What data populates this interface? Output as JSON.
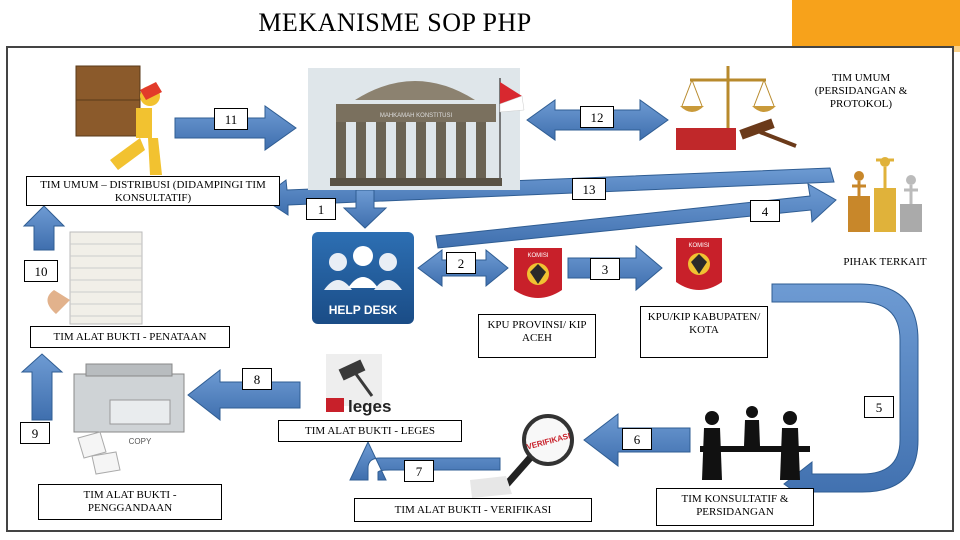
{
  "title": "MEKANISME SOP PHP",
  "labels": {
    "tim_umum_persidangan": "TIM UMUM (PERSIDANGAN & PROTOKOL)",
    "tim_umum_distribusi": "TIM UMUM – DISTRIBUSI (DIDAMPINGI TIM KONSULTATIF)",
    "pihak_terkait": "PIHAK TERKAIT",
    "kpu_provinsi": "KPU PROVINSI/ KIP ACEH",
    "kpu_kabupaten": "KPU/KIP KABUPATEN/ KOTA",
    "alat_bukti_penataan": "TIM ALAT BUKTI - PENATAAN",
    "alat_bukti_leges": "TIM ALAT BUKTI - LEGES",
    "alat_bukti_penggandaan": "TIM ALAT BUKTI - PENGGANDAAN",
    "alat_bukti_verifikasi": "TIM ALAT BUKTI - VERIFIKASI",
    "konsultatif_persidangan": "TIM KONSULTATIF & PERSIDANGAN"
  },
  "steps": [
    "1",
    "2",
    "3",
    "4",
    "5",
    "6",
    "7",
    "8",
    "9",
    "10",
    "11",
    "12",
    "13"
  ],
  "picture_text": {
    "help_desk": "HELP DESK",
    "court_sign": "MAHKAMAH KONSTITUSI",
    "leges": "leges",
    "verifikasi": "VERIFIKASI",
    "copy": "COPY",
    "komisi": "KOMISI"
  },
  "colors": {
    "arrow": "#4f81bd",
    "arrow_dark": "#3b6aa0",
    "accent": "#f7a21b"
  }
}
